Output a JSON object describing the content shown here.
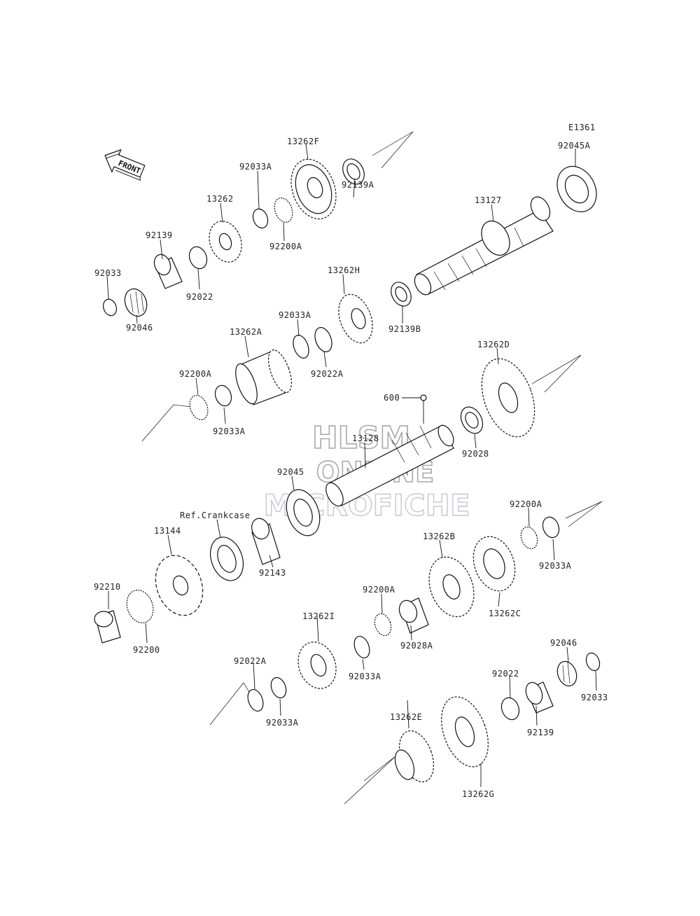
{
  "diagram_code": "E1361",
  "front_label": "FRONT",
  "watermark": {
    "line1": "HLSM",
    "line2": "ONLINE",
    "line3": "MICROFICHE"
  },
  "labels": [
    {
      "id": "l-92045a",
      "text": "92045A"
    },
    {
      "id": "l-13262f",
      "text": "13262F"
    },
    {
      "id": "l-92033a-1",
      "text": "92033A"
    },
    {
      "id": "l-13262",
      "text": "13262"
    },
    {
      "id": "l-92139a",
      "text": "92139A"
    },
    {
      "id": "l-13127",
      "text": "13127"
    },
    {
      "id": "l-92200a-1",
      "text": "92200A"
    },
    {
      "id": "l-92139-1",
      "text": "92139"
    },
    {
      "id": "l-92033-1",
      "text": "92033"
    },
    {
      "id": "l-92022-1",
      "text": "92022"
    },
    {
      "id": "l-92046-1",
      "text": "92046"
    },
    {
      "id": "l-13262h",
      "text": "13262H"
    },
    {
      "id": "l-92033a-2",
      "text": "92033A"
    },
    {
      "id": "l-13262a",
      "text": "13262A"
    },
    {
      "id": "l-92139b",
      "text": "92139B"
    },
    {
      "id": "l-92022a-1",
      "text": "92022A"
    },
    {
      "id": "l-13262d",
      "text": "13262D"
    },
    {
      "id": "l-92200a-2",
      "text": "92200A"
    },
    {
      "id": "l-600",
      "text": "600"
    },
    {
      "id": "l-92033a-3",
      "text": "92033A"
    },
    {
      "id": "l-13128",
      "text": "13128"
    },
    {
      "id": "l-92028",
      "text": "92028"
    },
    {
      "id": "l-92045",
      "text": "92045"
    },
    {
      "id": "l-refcrankcase",
      "text": "Ref.Crankcase"
    },
    {
      "id": "l-92200a-3",
      "text": "92200A"
    },
    {
      "id": "l-13144",
      "text": "13144"
    },
    {
      "id": "l-13262b",
      "text": "13262B"
    },
    {
      "id": "l-92143",
      "text": "92143"
    },
    {
      "id": "l-92033a-4",
      "text": "92033A"
    },
    {
      "id": "l-92210",
      "text": "92210"
    },
    {
      "id": "l-92200a-4",
      "text": "92200A"
    },
    {
      "id": "l-13262c",
      "text": "13262C"
    },
    {
      "id": "l-13262i",
      "text": "13262I"
    },
    {
      "id": "l-92028a",
      "text": "92028A"
    },
    {
      "id": "l-92200",
      "text": "92200"
    },
    {
      "id": "l-92046-2",
      "text": "92046"
    },
    {
      "id": "l-92022a-2",
      "text": "92022A"
    },
    {
      "id": "l-92033a-5",
      "text": "92033A"
    },
    {
      "id": "l-92022-2",
      "text": "92022"
    },
    {
      "id": "l-92033-2",
      "text": "92033"
    },
    {
      "id": "l-92033a-6",
      "text": "92033A"
    },
    {
      "id": "l-13262e",
      "text": "13262E"
    },
    {
      "id": "l-92139-2",
      "text": "92139"
    },
    {
      "id": "l-13262g",
      "text": "13262G"
    }
  ]
}
